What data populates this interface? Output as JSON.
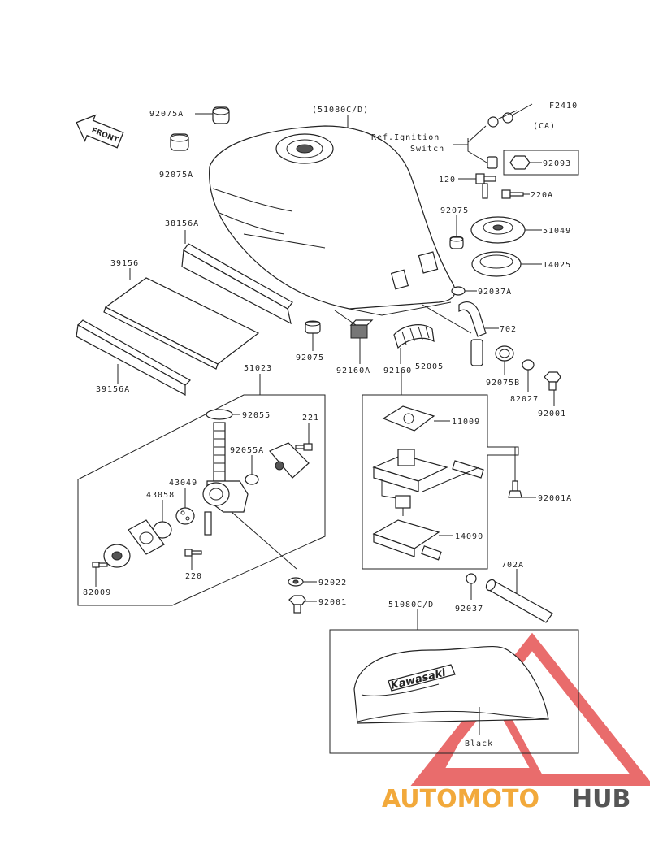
{
  "figure_code": "F2410",
  "front_label": "FRONT",
  "ignition_ref": [
    "Ref.Ignition",
    "Switch"
  ],
  "ca_label": "(CA)",
  "brand_text": "Kawasaki",
  "color_note": "Black",
  "watermark": {
    "part1": "AUTOMOTO",
    "part2": "HUB",
    "color1": "#f2a93b",
    "color2": "#555555",
    "triangle_color": "#e23b3b"
  },
  "parts": {
    "p92075A_top": "92075A",
    "p92075A_bot": "92075A",
    "p51080CD_top": "(51080C/D)",
    "p38156A": "38156A",
    "p39156": "39156",
    "p39156A": "39156A",
    "p92075_left": "92075",
    "p92160A": "92160A",
    "p92160": "92160",
    "p52005": "52005",
    "p51023": "51023",
    "p92055": "92055",
    "p221": "221",
    "p92055A": "92055A",
    "p43049": "43049",
    "p43058": "43058",
    "p220": "220",
    "p82009": "82009",
    "p92022": "92022",
    "p92001_low": "92001",
    "p92093": "92093",
    "p120": "120",
    "p220A": "220A",
    "p92075_right": "92075",
    "p51049": "51049",
    "p14025": "14025",
    "p92037A": "92037A",
    "p702": "702",
    "p92075B": "92075B",
    "p82027": "82027",
    "p92001_right": "92001",
    "p11009": "11009",
    "p92001A": "92001A",
    "p14090": "14090",
    "p702A": "702A",
    "p92037": "92037",
    "p51080CD_bot": "51080C/D"
  }
}
